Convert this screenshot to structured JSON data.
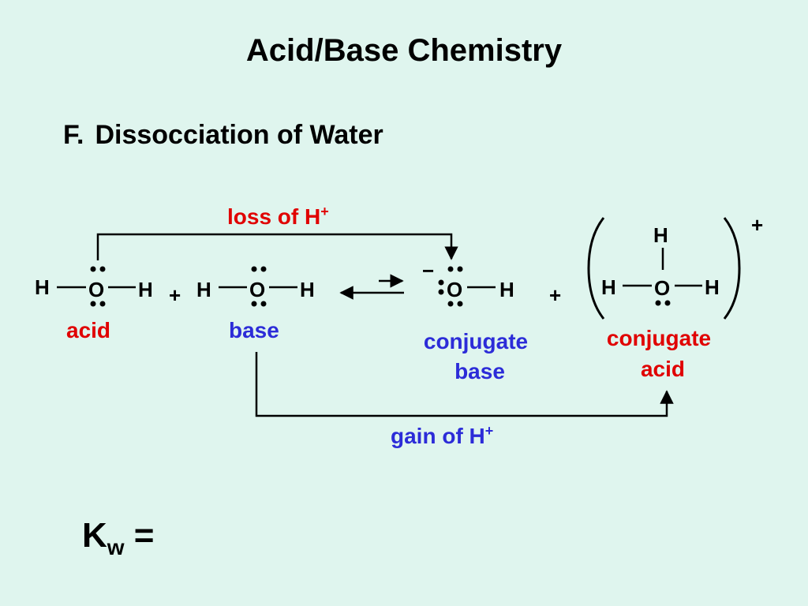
{
  "title": "Acid/Base Chemistry",
  "section": {
    "letter": "F.",
    "heading": "Dissocciation of Water"
  },
  "reaction": {
    "atoms": {
      "h": "H",
      "o": "O"
    },
    "plus": "+",
    "minus": "−",
    "labels": {
      "loss": "loss of H",
      "gain": "gain of H",
      "acid": "acid",
      "base": "base",
      "conj_base_line1": "conjugate",
      "conj_base_line2": "base",
      "conj_acid_line1": "conjugate",
      "conj_acid_line2": "acid"
    }
  },
  "kw": {
    "k": "K",
    "sub": "w",
    "eq": " ="
  },
  "colors": {
    "background": "#dff5ee",
    "red": "#e00000",
    "blue": "#2c2cd8",
    "ink": "#000000"
  }
}
